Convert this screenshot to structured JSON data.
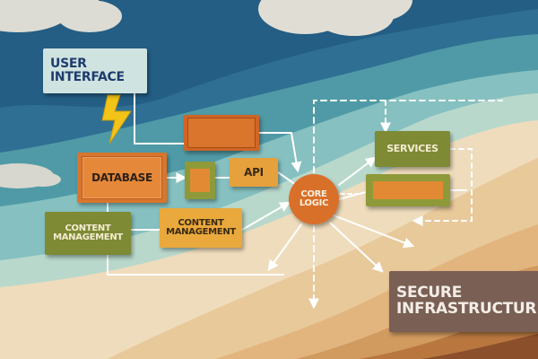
{
  "colors": {
    "sky_dark": "#1d4f74",
    "sky_mid": "#2f6f93",
    "teal": "#4f9aa6",
    "teal_light": "#86c0c0",
    "sand_light": "#efdcbc",
    "sand": "#e3bf8c",
    "clay": "#c98a4e",
    "rust": "#a8623a",
    "lightning": "#f2c418",
    "wire": "#ffffff"
  },
  "icons": [
    "cloud-icon",
    "lightning-bolt-icon"
  ],
  "labels": {
    "user_interface": "USER INTERFACE",
    "database": "DATABASE",
    "api": "API",
    "content_management_left": "CONTENT MANAGEMENT",
    "content_management_center": "CONTENT MANAGEMENT",
    "core_logic": "CORE LOGIC",
    "services": "SERVICES",
    "secure_infrastructure": "SECURE INFRASTRUCTUR"
  }
}
